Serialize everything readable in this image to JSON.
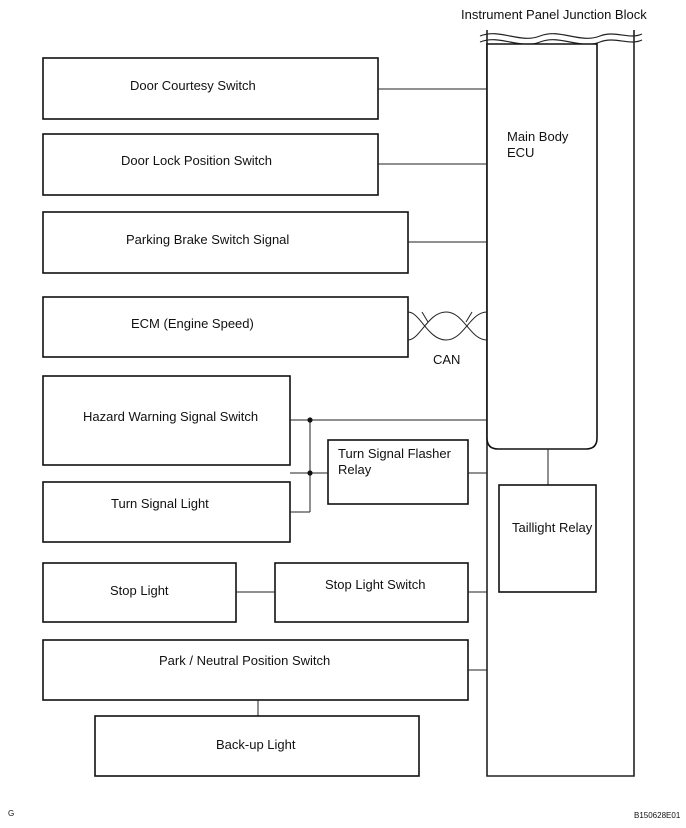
{
  "title": "Instrument Panel Junction Block",
  "ecu_label_line1": "Main Body",
  "ecu_label_line2": "ECU",
  "taillight_relay": "Taillight Relay",
  "can_label": "CAN",
  "components": {
    "door_courtesy_switch": "Door Courtesy Switch",
    "door_lock_position_switch": "Door Lock Position Switch",
    "parking_brake_switch_signal": "Parking Brake Switch Signal",
    "ecm_engine_speed": "ECM (Engine Speed)",
    "hazard_warning_signal_switch": "Hazard Warning Signal Switch",
    "turn_signal_flasher_relay_line1": "Turn Signal Flasher",
    "turn_signal_flasher_relay_line2": "Relay",
    "turn_signal_light": "Turn Signal Light",
    "stop_light": "Stop Light",
    "stop_light_switch": "Stop Light Switch",
    "park_neutral_position_switch": "Park / Neutral Position Switch",
    "back_up_light": "Back-up Light"
  },
  "footer": {
    "left_code": "G",
    "figure_id": "B150628E01"
  }
}
